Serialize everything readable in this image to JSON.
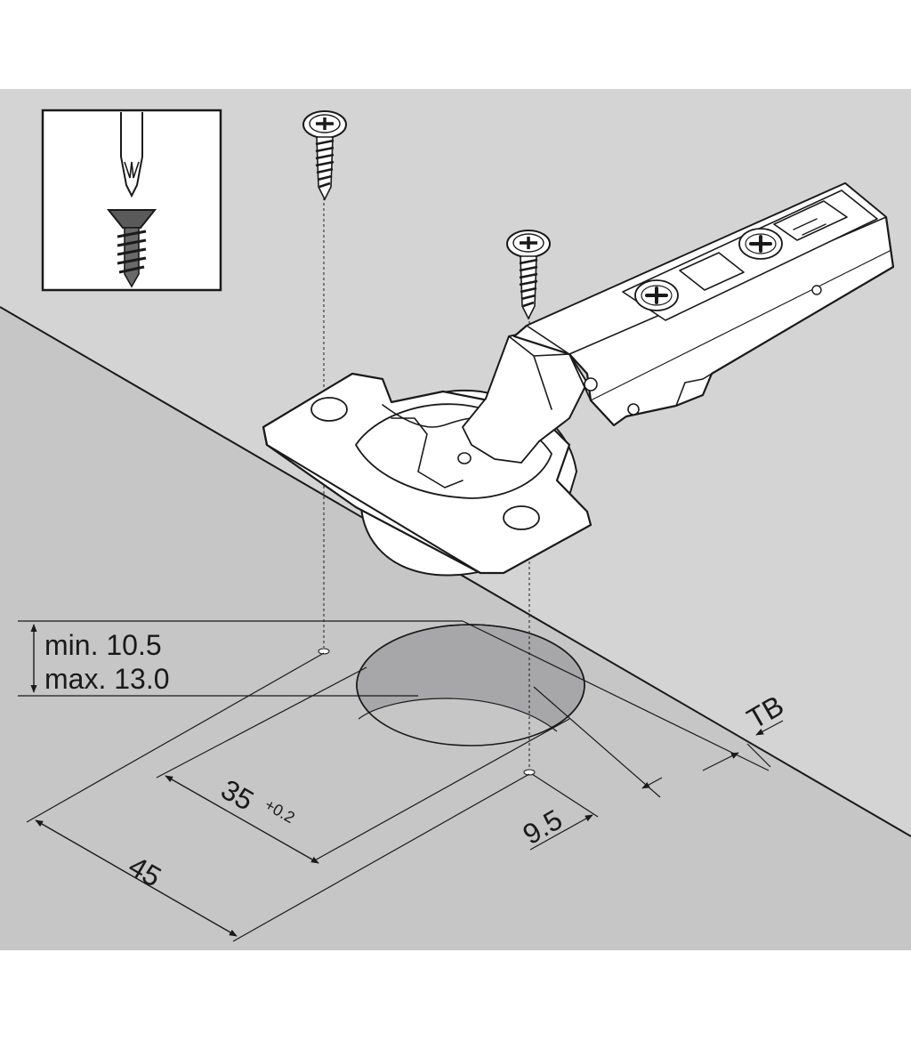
{
  "colors": {
    "page": "#ffffff",
    "wall": "#d4d4d4",
    "panel": "#c6c6c6",
    "hole": "#a7a7a9",
    "metal": "#ffffff",
    "line": "#1a1a1a"
  },
  "dimensions": {
    "depth_min": "min. 10.5",
    "depth_max": "max. 13.0",
    "cup_diameter": "35",
    "cup_tolerance": "+0.2",
    "screw_spacing": "45",
    "screw_offset": "9.5",
    "edge_distance": "TB"
  },
  "icons": {
    "inset": "screwdriver-and-countersunk-screw-icon",
    "screw": "countersunk-screw-icon",
    "hinge": "concealed-cup-hinge-icon"
  }
}
